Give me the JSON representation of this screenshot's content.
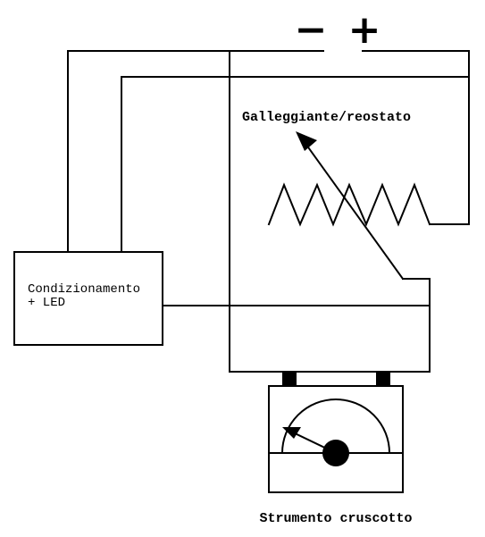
{
  "battery": {
    "minus_sign": "−",
    "plus_sign": "+"
  },
  "float_rheostat": {
    "label": "Galleggiante/reostato"
  },
  "conditioning_unit": {
    "label_line1": "Condizionamento",
    "label_line2": "+ LED"
  },
  "dashboard_gauge": {
    "label": "Strumento cruscotto"
  },
  "colors": {
    "line": "#000000",
    "background": "#ffffff"
  }
}
